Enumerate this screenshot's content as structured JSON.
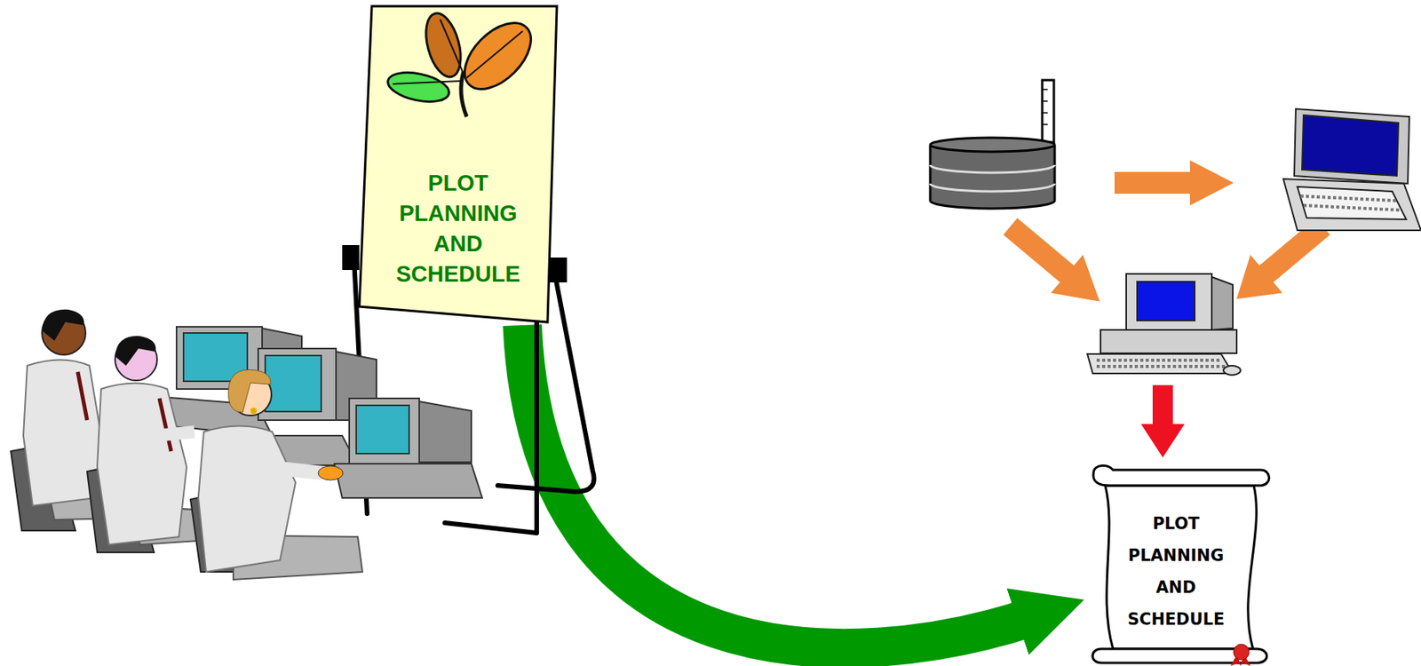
{
  "diagram": {
    "nodes": [
      {
        "text": [
          "PLOT PLANNING AND SCHEDULE"
        ]
      },
      {
        "text": [
          "PLOT PLANNING AND SCHEDULE"
        ]
      }
    ],
    "edges": [
      {
        "from": 0,
        "to": 1,
        "arrow": "to"
      }
    ]
  }
}
